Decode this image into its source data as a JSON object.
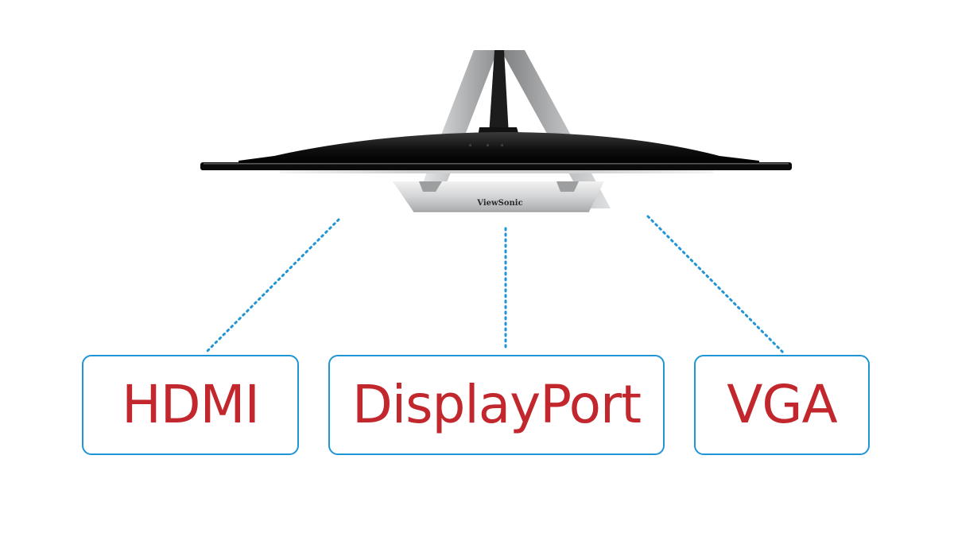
{
  "monitor": {
    "brand": "ViewSonic"
  },
  "ports": [
    {
      "label": "HDMI"
    },
    {
      "label": "DisplayPort"
    },
    {
      "label": "VGA"
    }
  ],
  "colors": {
    "label_text": "#c1272d",
    "box_border": "#1f95d6",
    "connector_dots": "#1f95d6",
    "monitor_body": "#141414",
    "stand_silver": "#c9cbcd"
  }
}
